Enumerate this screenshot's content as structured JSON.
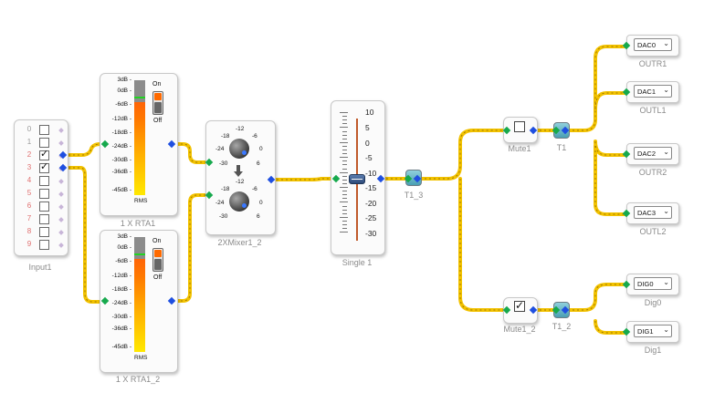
{
  "input_block": {
    "caption": "Input1",
    "rows": [
      {
        "label": "0",
        "checked": false
      },
      {
        "label": "1",
        "checked": false
      },
      {
        "label": "2",
        "checked": true
      },
      {
        "label": "3",
        "checked": true
      },
      {
        "label": "4",
        "checked": false
      },
      {
        "label": "5",
        "checked": false
      },
      {
        "label": "6",
        "checked": false
      },
      {
        "label": "7",
        "checked": false
      },
      {
        "label": "8",
        "checked": false
      },
      {
        "label": "9",
        "checked": false
      }
    ]
  },
  "rta_blocks": [
    {
      "caption": "1 X RTA1",
      "scale": [
        "3dB -",
        "0dB -",
        "-6dB -",
        "-12dB -",
        "-18dB -",
        "-24dB -",
        "-30dB -",
        "-36dB -",
        "-45dB -"
      ],
      "rms": "RMS",
      "on_label": "On",
      "off_label": "Off"
    },
    {
      "caption": "1 X RTA1_2",
      "scale": [
        "3dB -",
        "0dB -",
        "-6dB -",
        "-12dB -",
        "-18dB -",
        "-24dB -",
        "-30dB -",
        "-36dB -",
        "-45dB -"
      ],
      "rms": "RMS",
      "on_label": "On",
      "off_label": "Off"
    }
  ],
  "mixer": {
    "caption": "2XMixer1_2",
    "knob_ticks": [
      "-12",
      "-18",
      "-6",
      "-24",
      "0",
      "-30",
      "6"
    ]
  },
  "fader": {
    "caption": "Single 1",
    "scale": [
      "10",
      "5",
      "0",
      "-5",
      "-10",
      "-15",
      "-20",
      "-25",
      "-30"
    ]
  },
  "tees": [
    {
      "caption": "T1_3"
    },
    {
      "caption": "T1"
    },
    {
      "caption": "T1_2"
    }
  ],
  "mutes": [
    {
      "caption": "Mute1",
      "checked": false
    },
    {
      "caption": "Mute1_2",
      "checked": true
    }
  ],
  "outputs": [
    {
      "value": "DAC0",
      "caption": "OUTR1"
    },
    {
      "value": "DAC1",
      "caption": "OUTL1"
    },
    {
      "value": "DAC2",
      "caption": "OUTR2"
    },
    {
      "value": "DAC3",
      "caption": "OUTL2"
    },
    {
      "value": "DIG0",
      "caption": "Dig0"
    },
    {
      "value": "DIG1",
      "caption": "Dig1"
    }
  ],
  "colors": {
    "wire": "#f2c200",
    "wire_dash": "#a07800",
    "port_in": "#16a94d",
    "port_out": "#1f4fe0",
    "channel_label": "#e07070"
  },
  "icons": [
    "checkbox-checked-icon",
    "checkbox-icon",
    "knob-icon",
    "switch-icon",
    "chevron-down-icon",
    "tee-icon"
  ]
}
